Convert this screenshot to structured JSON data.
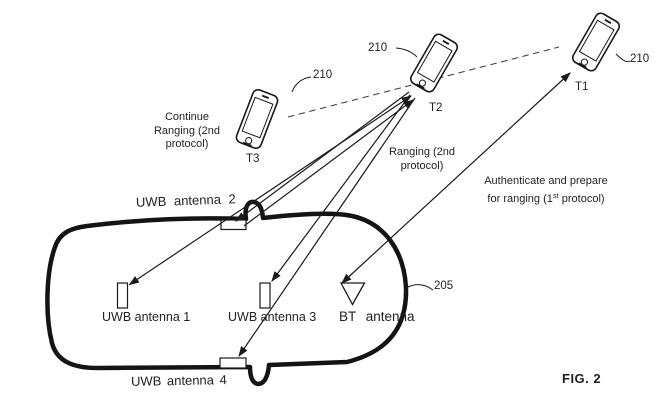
{
  "figure_label": "FIG. 2",
  "car_ref": "205",
  "car": {
    "antennas": {
      "uwb1": "UWB antenna 1",
      "uwb2": "UWB antenna 2",
      "uwb3": "UWB antenna 3",
      "uwb4": "UWB antenna 4",
      "bt": "BT antenna"
    }
  },
  "phones": {
    "t1": {
      "label": "T1",
      "ref": "210"
    },
    "t2": {
      "label": "T2",
      "ref": "210"
    },
    "t3": {
      "label": "T3",
      "ref": "210"
    }
  },
  "annotations": {
    "continue_ranging": {
      "line1": "Continue",
      "line2": "Ranging (2nd",
      "line3": "protocol)"
    },
    "ranging": {
      "line1": "Ranging (2nd",
      "line2": "protocol)"
    },
    "authenticate": {
      "line1": "Authenticate and prepare",
      "line2_pre": "for ranging (1",
      "line2_sup": "st",
      "line2_post": " protocol)"
    }
  },
  "colors": {
    "ink": "#1a1a1a",
    "text": "#231f20",
    "background": "#ffffff"
  }
}
